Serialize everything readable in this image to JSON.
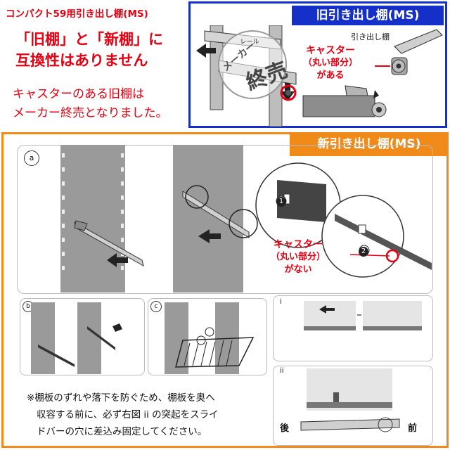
{
  "left_panel": {
    "heading": "コンパクト59用引き出し棚(MS)",
    "line1": "「旧棚」と「新棚」に",
    "line2": "互換性はありません",
    "note1": "キャスターのある旧棚は",
    "note2": "メーカー終売となりました。"
  },
  "old_section": {
    "header": "旧引き出し棚(MS)",
    "rail_label": "レール",
    "drawer_label": "引き出し棚",
    "stamp_text": "メーカー",
    "stamp_big": "終売",
    "caster_line1": "キャスター",
    "caster_line2": "（丸い部分）",
    "caster_line3": "がある"
  },
  "new_section": {
    "header": "新引き出し棚(MS)",
    "step_a": "a",
    "step_b": "b",
    "step_c": "c",
    "step_i": "i",
    "step_ii": "ii",
    "caster_line1": "キャスター",
    "caster_line2": "（丸い部分）",
    "caster_line3": "がない",
    "rear_label": "後",
    "front_label": "前",
    "callout_1": "1",
    "callout_2": "2",
    "note_line1": "※棚板のずれや落下を防ぐため、棚板を奥へ",
    "note_line2": "収容する前に、必ず右図 ii の突起をスライ",
    "note_line3": "ドバーの穴に差込み固定してください。"
  },
  "colors": {
    "red": "#e60012",
    "blue": "#1530c8",
    "orange": "#f08a18"
  }
}
